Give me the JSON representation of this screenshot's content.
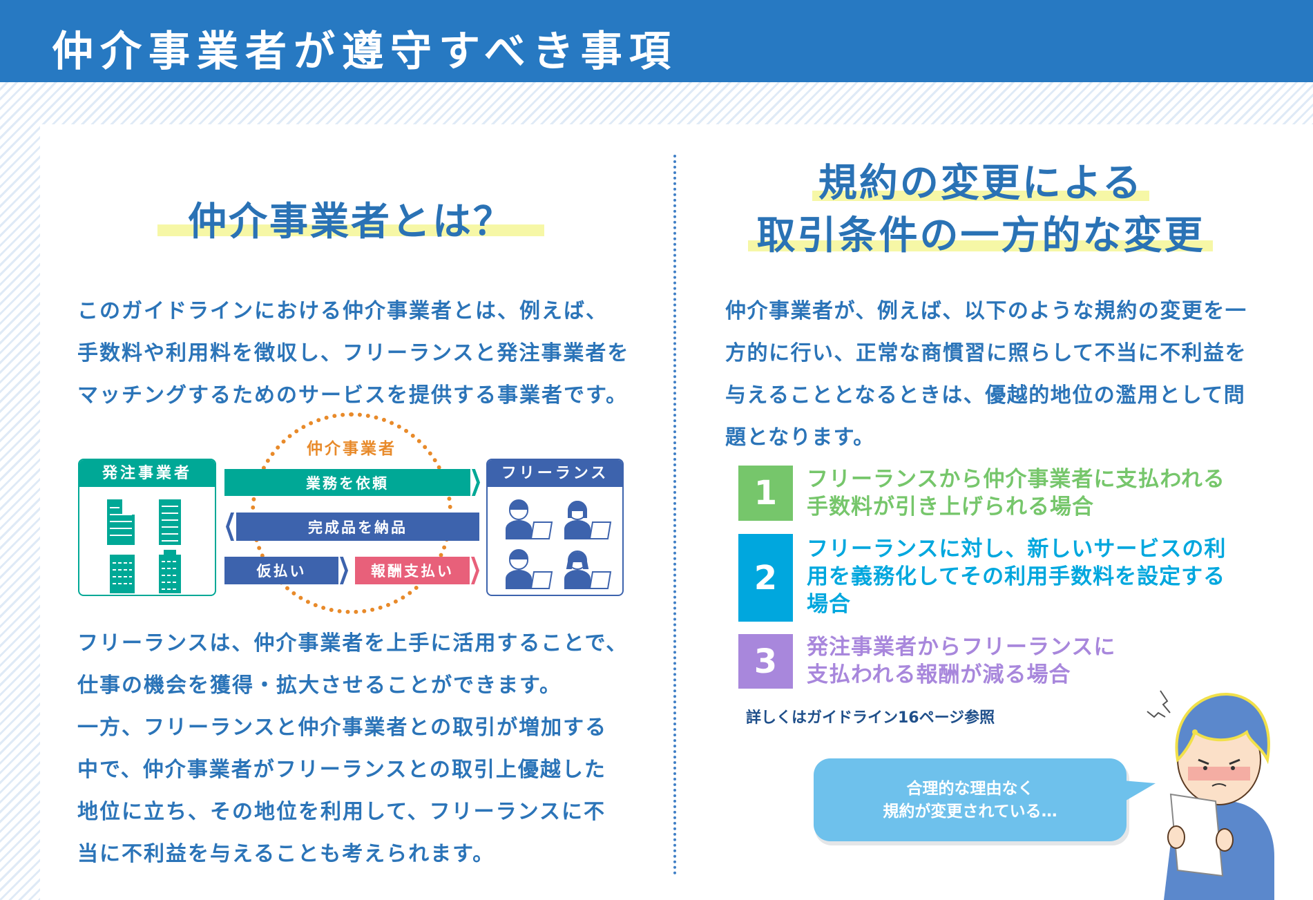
{
  "header": {
    "title": "仲介事業者が遵守すべき事項"
  },
  "left": {
    "heading": "仲介事業者とは？",
    "intro": [
      "このガイドラインにおける仲介事業者とは、例えば、",
      "手数料や利用料を徴収し、フリーランスと発注事業者を",
      "マッチングするためのサービスを提供する事業者です。"
    ],
    "diagram": {
      "center_label": "仲介事業者",
      "client_label": "発注事業者",
      "freelance_label": "フリーランス",
      "arrow_request": "業務を依頼",
      "arrow_deliver": "完成品を納品",
      "arrow_prepay": "仮払い",
      "arrow_pay": "報酬支払い"
    },
    "body": [
      "フリーランスは、仲介事業者を上手に活用することで、",
      "仕事の機会を獲得・拡大させることができます。",
      "一方、フリーランスと仲介事業者との取引が増加する",
      "中で、仲介事業者がフリーランスとの取引上優越した",
      "地位に立ち、その地位を利用して、フリーランスに不",
      "当に不利益を与えることも考えられます。"
    ]
  },
  "right": {
    "heading": [
      "規約の変更による",
      "取引条件の一方的な変更"
    ],
    "intro": [
      "仲介事業者が、例えば、以下のような規約の変更を一",
      "方的に行い、正常な商慣習に照らして不当に不利益を",
      "与えることとなるときは、優越的地位の濫用として問",
      "題となります。"
    ],
    "items": [
      {
        "num": "1",
        "lines": [
          "フリーランスから仲介事業者に支払われる",
          "手数料が引き上げられる場合"
        ],
        "color": "#76c66b"
      },
      {
        "num": "2",
        "lines": [
          "フリーランスに対し、新しいサービスの利",
          "用を義務化してその利用手数料を設定する",
          "場合"
        ],
        "color": "#00a7de"
      },
      {
        "num": "3",
        "lines": [
          "発注事業者からフリーランスに",
          "支払われる報酬が減る場合"
        ],
        "color": "#a887dc"
      }
    ],
    "note": "詳しくはガイドライン16ページ参照",
    "bubble": [
      "合理的な理由なく",
      "規約が変更されている…"
    ]
  },
  "colors": {
    "header": "#2779c2",
    "text": "#2b74b8",
    "teal": "#00a896",
    "navy": "#3d63ad",
    "pink": "#e8607a",
    "orange": "#e88a2a"
  }
}
